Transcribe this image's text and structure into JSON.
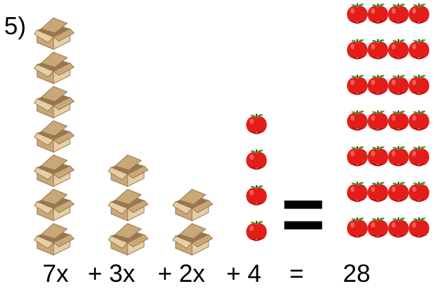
{
  "problem_number": "5)",
  "groups": [
    {
      "name": "boxes-group-1",
      "kind": "box",
      "count": 7
    },
    {
      "name": "boxes-group-2",
      "kind": "box",
      "count": 3
    },
    {
      "name": "boxes-group-3",
      "kind": "box",
      "count": 2
    },
    {
      "name": "apples-group-1",
      "kind": "apple",
      "count": 4
    },
    {
      "name": "apples-result",
      "kind": "apple",
      "count": 28,
      "grid": {
        "columns": 4,
        "rows": 7
      }
    }
  ],
  "equals_sign": "=",
  "equation": {
    "term1": "7x",
    "term2": "+ 3x",
    "term3": "+ 2x",
    "term4": "+ 4",
    "equals": "=",
    "result": "28"
  },
  "colors": {
    "apple": "#e21d1a",
    "apple_dark": "#a80d0c",
    "apple_leaf": "#3f9b2c",
    "box": "#c9a878",
    "box_dark": "#9a7650",
    "box_light": "#e6cfa5"
  }
}
